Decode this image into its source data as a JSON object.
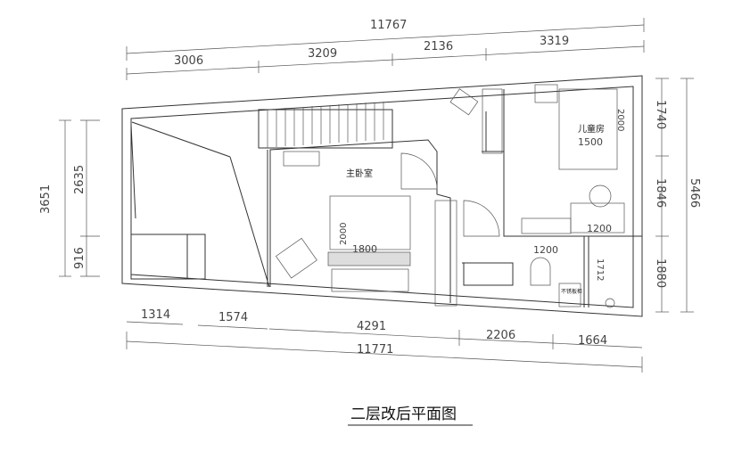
{
  "title": "二层改后平面图",
  "rooms": {
    "master_bedroom": "主卧室",
    "kids_room": "儿童房",
    "small_label": "不锈板柜"
  },
  "dimensions": {
    "top_total": "11767",
    "top_segments": [
      "3006",
      "3209",
      "2136",
      "3319"
    ],
    "bottom_segments": [
      "1314",
      "1574",
      "4291",
      "2206",
      "1664"
    ],
    "bottom_total": "11771",
    "left_total": "3651",
    "left_segments": [
      "2635",
      "916"
    ],
    "right_segments": [
      "1740",
      "1846",
      "1880"
    ],
    "right_total": "5466",
    "furniture": {
      "master_bed_width": "1800",
      "master_bed_length": "2000",
      "kids_bed_width": "1500",
      "kids_bed_length": "2000",
      "desk_width": "1200",
      "cabinet_width": "1200",
      "bath_depth": "1712"
    }
  }
}
